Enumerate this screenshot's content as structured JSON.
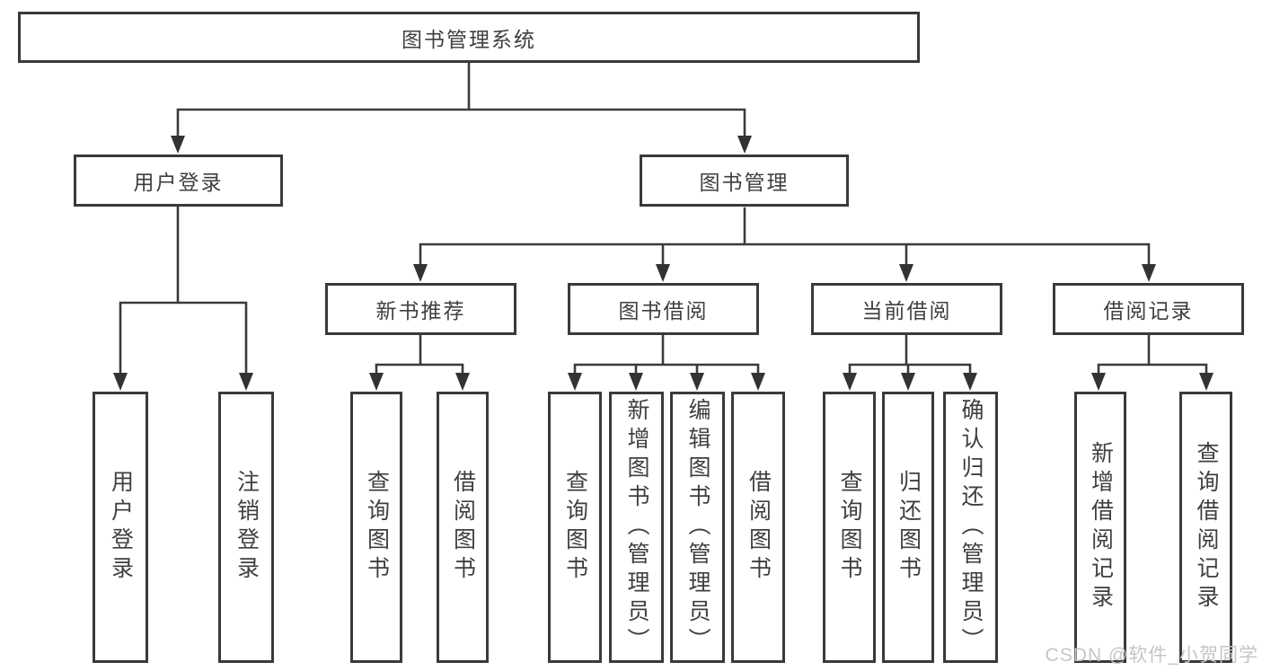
{
  "tree": {
    "label": "图书管理系统",
    "children": [
      {
        "label": "用户登录",
        "children": [
          {
            "label": "用户登录"
          },
          {
            "label": "注销登录"
          }
        ]
      },
      {
        "label": "图书管理",
        "children": [
          {
            "label": "新书推荐",
            "children": [
              {
                "label": "查询图书"
              },
              {
                "label": "借阅图书"
              }
            ]
          },
          {
            "label": "图书借阅",
            "children": [
              {
                "label": "查询图书"
              },
              {
                "label": "新增图书（管理员）"
              },
              {
                "label": "编辑图书（管理员）"
              },
              {
                "label": "借阅图书"
              }
            ]
          },
          {
            "label": "当前借阅",
            "children": [
              {
                "label": "查询图书"
              },
              {
                "label": "归还图书"
              },
              {
                "label": "确认归还（管理员）"
              }
            ]
          },
          {
            "label": "借阅记录",
            "children": [
              {
                "label": "新增借阅记录"
              },
              {
                "label": "查询借阅记录"
              }
            ]
          }
        ]
      }
    ]
  },
  "watermark": {
    "text": "CSDN @软件_小贺同学"
  },
  "colors": {
    "line": "#3a3a3a",
    "text": "#3f3f3f",
    "watermark": "#c5c5c5",
    "background": "#ffffff"
  }
}
